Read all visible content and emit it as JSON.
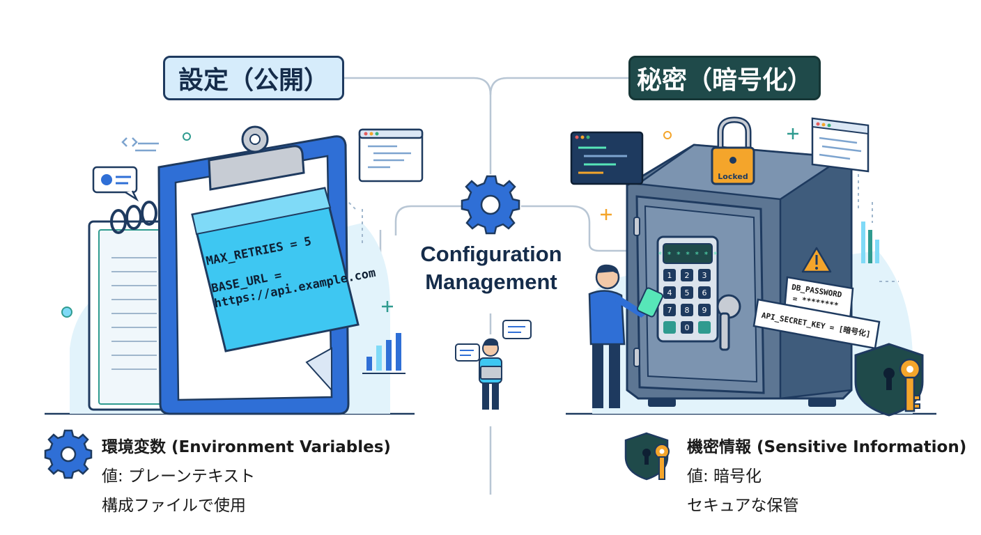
{
  "headers": {
    "left": "設定（公開）",
    "right": "秘密（暗号化）"
  },
  "center": {
    "title_line1": "Configuration",
    "title_line2": "Management"
  },
  "note": {
    "line1": "MAX_RETRIES = 5",
    "line2": "BASE_URL =",
    "line3": "https://api.example.com"
  },
  "safe": {
    "lock_label": "Locked",
    "keypad_display": "* * * * * * *",
    "keys": [
      "1",
      "2",
      "3",
      "4",
      "5",
      "6",
      "7",
      "8",
      "9",
      "",
      "0",
      ""
    ]
  },
  "tags": {
    "tag1_line1": "DB_PASSWORD",
    "tag1_line2": "= ********",
    "tag2": "API_SECRET_KEY = [暗号化]"
  },
  "captions": {
    "left": {
      "title": "環境変数 (Environment Variables)",
      "line1": "値: プレーンテキスト",
      "line2": "構成ファイルで使用"
    },
    "right": {
      "title": "機密情報 (Sensitive Information)",
      "line1": "値: 暗号化",
      "line2": "セキュアな保管"
    }
  },
  "colors": {
    "navy": "#1e3a5f",
    "blue": "#2f6fd6",
    "sticky": "#3ec7f2",
    "teal": "#1f4a4a",
    "orange": "#f4a52b",
    "safe": "#5d7693"
  }
}
